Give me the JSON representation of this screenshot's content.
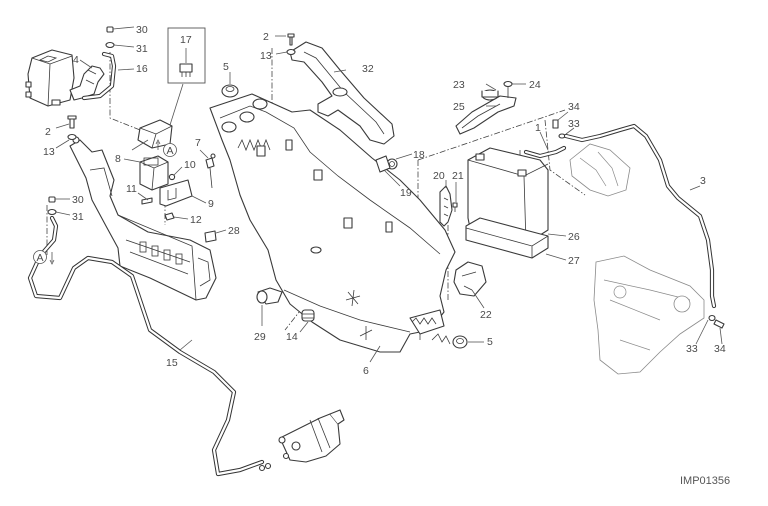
{
  "diagram": {
    "type": "exploded-parts-diagram",
    "subject": "Battery, battery holder, fuse box and power cables",
    "reference_code": "IMP01356",
    "colors": {
      "line": "#3a3a3a",
      "label": "#4a4a4a",
      "background": "#ffffff"
    },
    "callout_box": {
      "part_number": "17"
    },
    "connection_marker": {
      "letter": "A"
    },
    "labels": [
      {
        "id": "30a",
        "text": "30"
      },
      {
        "id": "31a",
        "text": "31"
      },
      {
        "id": "4",
        "text": "4"
      },
      {
        "id": "16",
        "text": "16"
      },
      {
        "id": "17",
        "text": "17"
      },
      {
        "id": "2a",
        "text": "2"
      },
      {
        "id": "13a",
        "text": "13"
      },
      {
        "id": "8",
        "text": "8"
      },
      {
        "id": "10",
        "text": "10"
      },
      {
        "id": "7",
        "text": "7"
      },
      {
        "id": "11",
        "text": "11"
      },
      {
        "id": "9",
        "text": "9"
      },
      {
        "id": "12",
        "text": "12"
      },
      {
        "id": "28",
        "text": "28"
      },
      {
        "id": "30b",
        "text": "30"
      },
      {
        "id": "31b",
        "text": "31"
      },
      {
        "id": "15",
        "text": "15"
      },
      {
        "id": "5a",
        "text": "5"
      },
      {
        "id": "2b",
        "text": "2"
      },
      {
        "id": "13b",
        "text": "13"
      },
      {
        "id": "32",
        "text": "32"
      },
      {
        "id": "18",
        "text": "18"
      },
      {
        "id": "19",
        "text": "19"
      },
      {
        "id": "20",
        "text": "20"
      },
      {
        "id": "21",
        "text": "21"
      },
      {
        "id": "22",
        "text": "22"
      },
      {
        "id": "29",
        "text": "29"
      },
      {
        "id": "14",
        "text": "14"
      },
      {
        "id": "6",
        "text": "6"
      },
      {
        "id": "5b",
        "text": "5"
      },
      {
        "id": "23",
        "text": "23"
      },
      {
        "id": "24",
        "text": "24"
      },
      {
        "id": "25",
        "text": "25"
      },
      {
        "id": "1",
        "text": "1"
      },
      {
        "id": "34a",
        "text": "34"
      },
      {
        "id": "33a",
        "text": "33"
      },
      {
        "id": "26",
        "text": "26"
      },
      {
        "id": "27",
        "text": "27"
      },
      {
        "id": "3",
        "text": "3"
      },
      {
        "id": "33b",
        "text": "33"
      },
      {
        "id": "34b",
        "text": "34"
      }
    ]
  }
}
